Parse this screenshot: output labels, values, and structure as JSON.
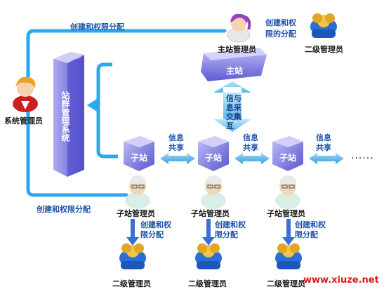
{
  "labels": {
    "create_assign_top": "创建和权限分配",
    "create_assign_bottom": "创建和权限分配",
    "create_assign_main_1": "创建和权",
    "create_assign_main_2": "限的分配",
    "main_admin": "主站管理员",
    "level2_admin_top": "二级管理员",
    "main_site": "主站",
    "sys_admin": "系统管理员",
    "cluster_system": "站群管理系统",
    "exchange_1": "信与",
    "exchange_2": "息采",
    "exchange_3": "交集",
    "exchange_4": "互",
    "sub_site": "子站",
    "info_share_1": "信息",
    "info_share_2": "共享",
    "sub_admin": "子站管理员",
    "create_assign_sub_1": "创建和权",
    "create_assign_sub_2": "限分配",
    "level2_admin": "二级管理员",
    "ellipsis": "......",
    "watermark": "www.xiuze.net"
  },
  "colors": {
    "arrow_blue": "#3aa8ea",
    "line_blue": "#29a9ef",
    "purple_light": "#b9b7f2",
    "purple_dark": "#5a57d4"
  }
}
